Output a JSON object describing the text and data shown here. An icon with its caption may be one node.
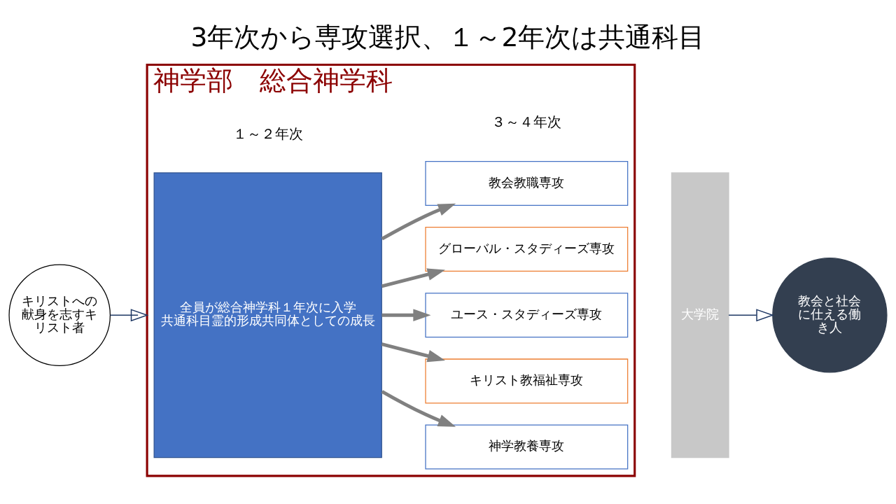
{
  "diagram": {
    "title": "3年次から専攻選択、１～2年次は共通科目",
    "nodes": [
      {
        "text": [
          "キリストへの献身を志すキリスト者"
        ]
      },
      {
        "text": [
          "神学部　総合神学科"
        ]
      },
      {
        "text": [
          "全員が総合神学科１年次に入学",
          "共通科目霊的形成共同体としての成長"
        ],
        "in": 1,
        "beside": [
          "１～２年次"
        ]
      },
      {
        "text": [
          "教会教職専攻"
        ],
        "in": 1
      },
      {
        "text": [
          "グローバル・スタディーズ専攻"
        ],
        "in": 1
      },
      {
        "text": [
          "ユース・スタディーズ専攻"
        ],
        "in": 1
      },
      {
        "text": [
          "キリスト教福祉専攻"
        ],
        "in": 1
      },
      {
        "text": [
          "神学教養専攻"
        ],
        "in": 1
      },
      {
        "text": [
          "大学院"
        ]
      },
      {
        "text": [
          "教会と社会に仕える働き人"
        ]
      }
    ],
    "edges": [
      {
        "from": 0,
        "to": 1,
        "arrow": "to",
        "color": "#1f3864"
      },
      {
        "from": 2,
        "to": 3,
        "arrow": "to"
      },
      {
        "from": 2,
        "to": 4,
        "arrow": "to"
      },
      {
        "from": 2,
        "to": 5,
        "arrow": "to"
      },
      {
        "from": 2,
        "to": 6,
        "arrow": "to"
      },
      {
        "from": 2,
        "to": 7,
        "arrow": "to"
      },
      {
        "from": 8,
        "to": 9,
        "arrow": "to",
        "color": "#1f3864"
      }
    ],
    "labels": [
      "３～４年次"
    ]
  }
}
